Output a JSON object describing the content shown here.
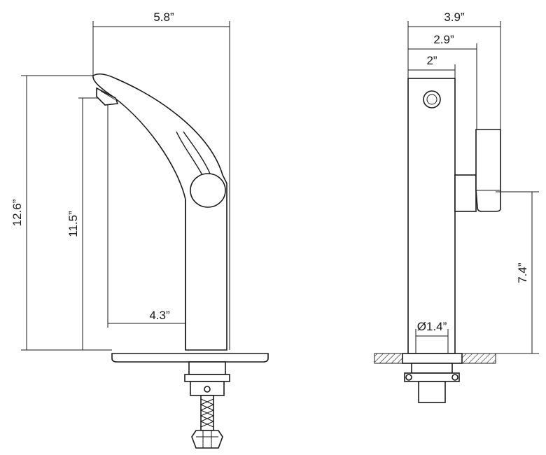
{
  "dimensions": {
    "width_total": "5.8”",
    "height_total": "12.6”",
    "spout_height": "11.5”",
    "spout_reach": "4.3”",
    "depth_total": "3.9”",
    "handle_depth": "2.9”",
    "body_depth": "2”",
    "handle_height": "7.4”",
    "base_diameter": "Ø1.4”"
  }
}
